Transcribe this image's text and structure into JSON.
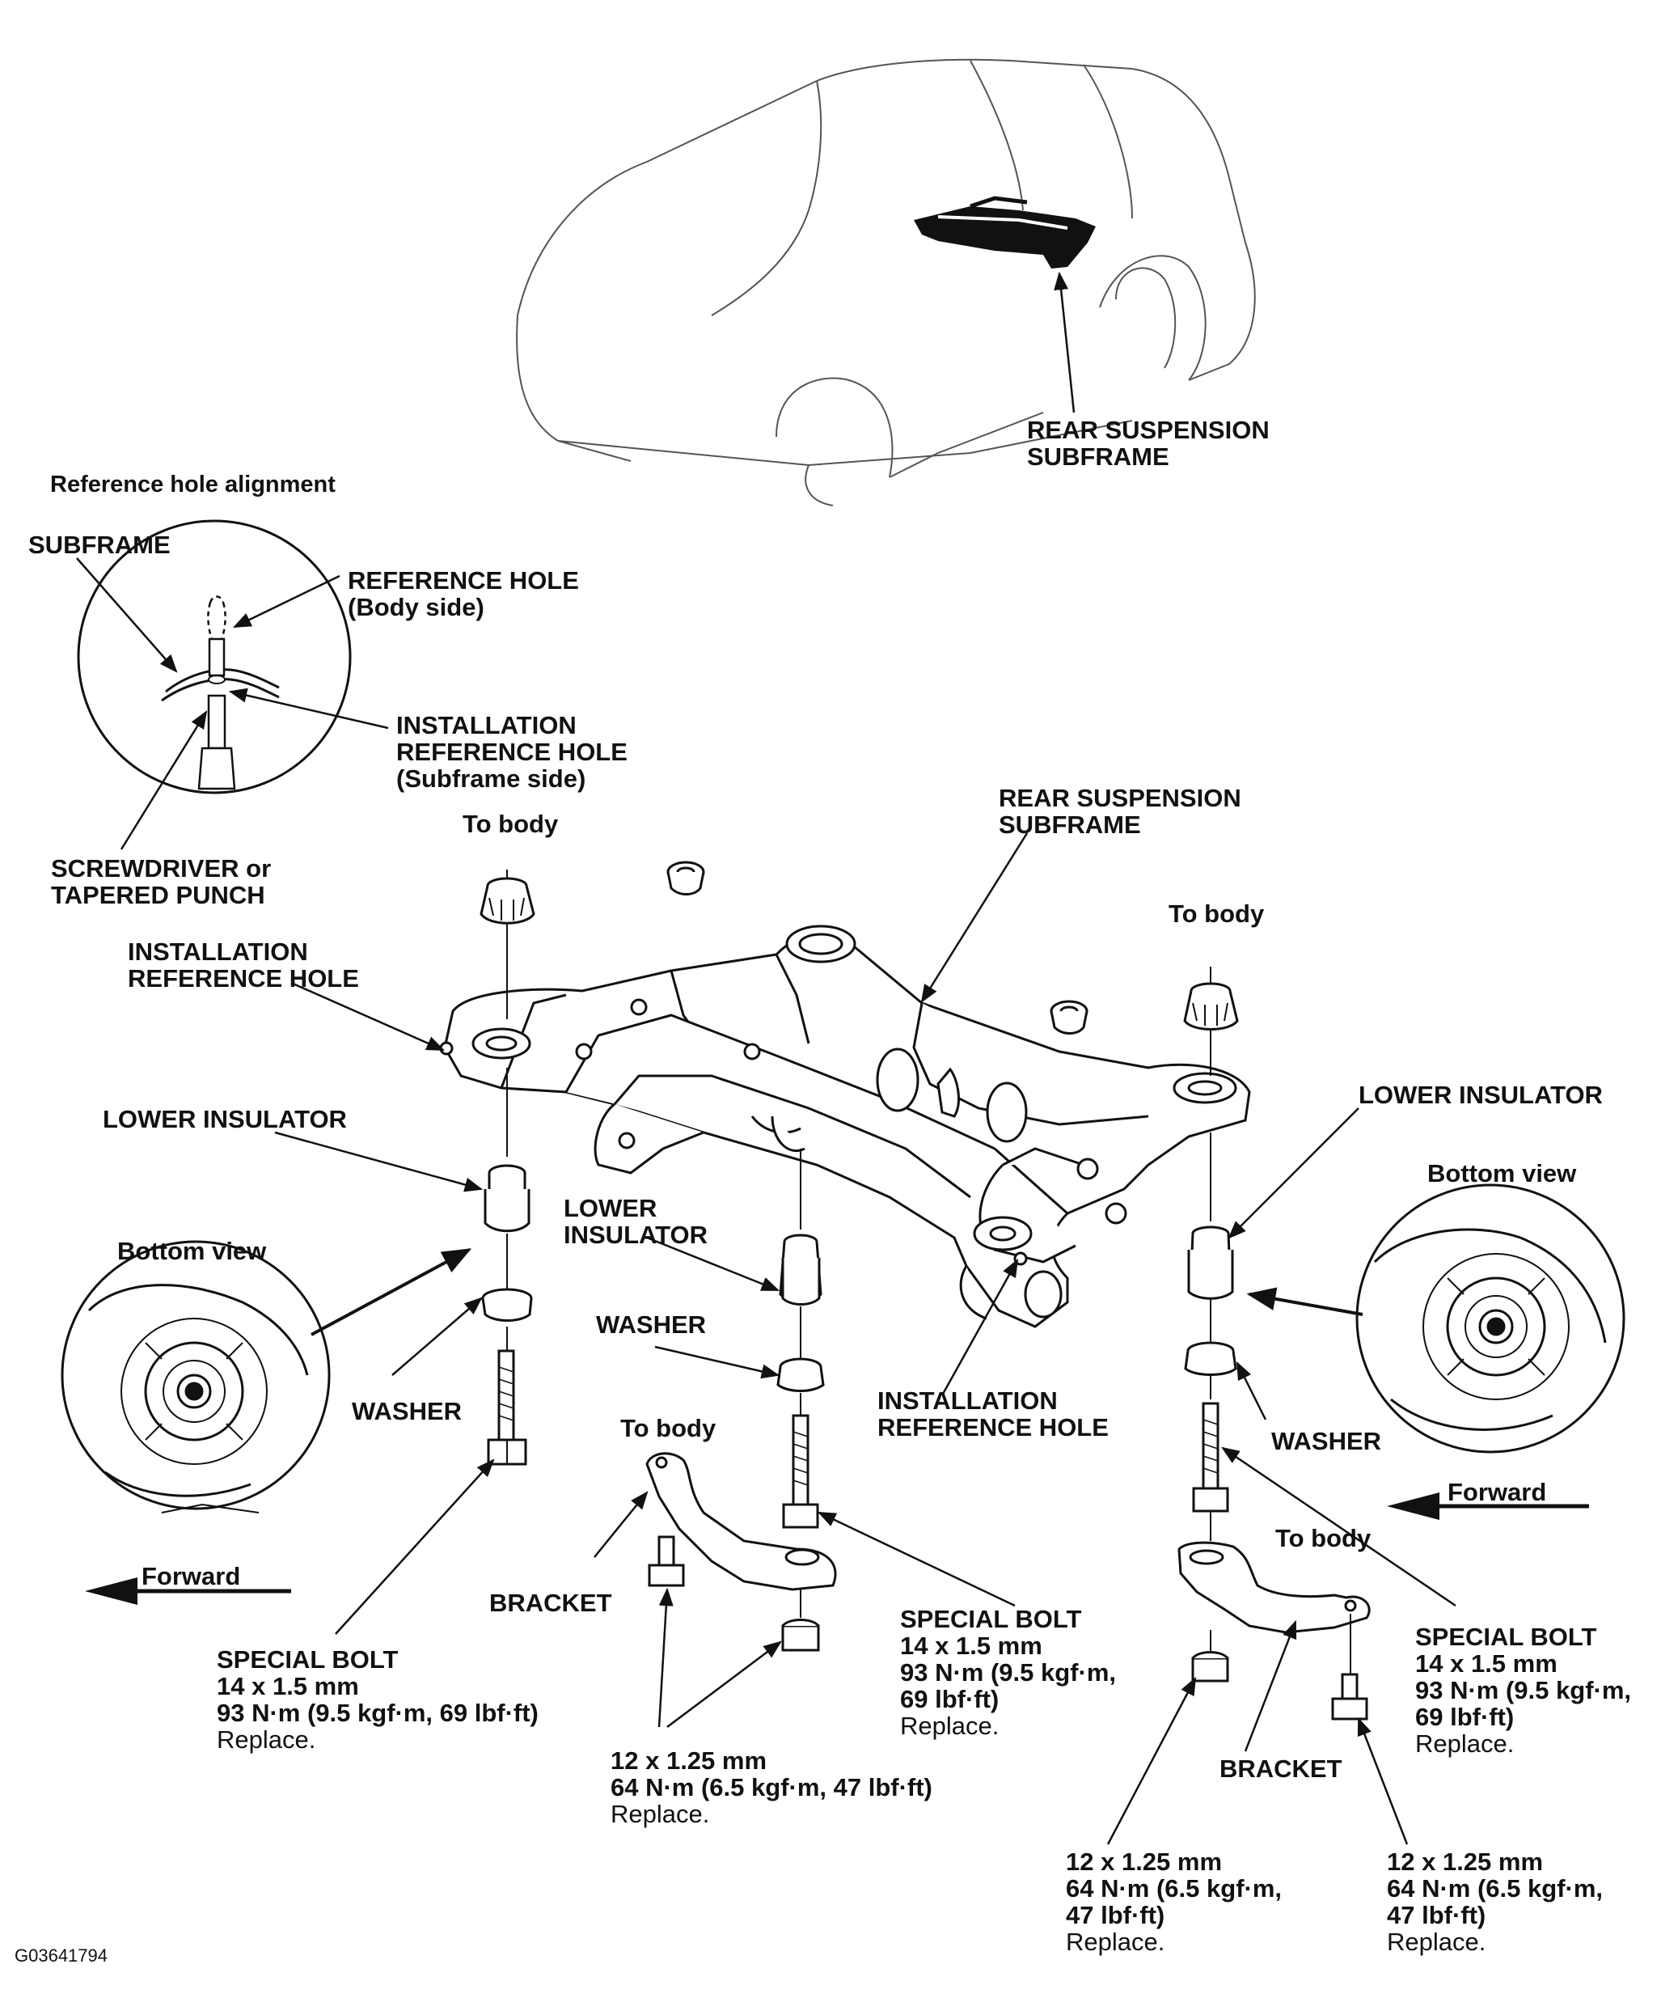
{
  "figure_code": "G03641794",
  "top": {
    "rear_subframe": [
      "REAR SUSPENSION",
      "SUBFRAME"
    ]
  },
  "inset": {
    "title": "Reference hole alignment",
    "subframe": "SUBFRAME",
    "reference_hole": [
      "REFERENCE HOLE",
      "(Body side)"
    ],
    "installation_hole": [
      "INSTALLATION",
      "REFERENCE HOLE",
      "(Subframe side)"
    ],
    "tool": [
      "SCREWDRIVER or",
      "TAPERED PUNCH"
    ]
  },
  "main": {
    "rear_subframe": [
      "REAR SUSPENSION",
      "SUBFRAME"
    ],
    "to_body_left": "To body",
    "to_body_right": "To body",
    "to_body_bracket_center": "To body",
    "to_body_bracket_right": "To body",
    "install_hole_left": [
      "INSTALLATION",
      "REFERENCE HOLE"
    ],
    "install_hole_center": [
      "INSTALLATION",
      "REFERENCE HOLE"
    ],
    "lower_insulator_left": "LOWER INSULATOR",
    "lower_insulator_center": [
      "LOWER",
      "INSULATOR"
    ],
    "lower_insulator_right": "LOWER INSULATOR",
    "washer_left": "WASHER",
    "washer_center": "WASHER",
    "washer_right": "WASHER",
    "bracket_center": "BRACKET",
    "bracket_right": "BRACKET",
    "bottom_view_left": "Bottom view",
    "bottom_view_right": "Bottom view",
    "forward_left": "Forward",
    "forward_right": "Forward"
  },
  "specs": {
    "special_bolt_left": [
      "SPECIAL BOLT",
      "14 x 1.5 mm",
      "93 N·m (9.5 kgf·m, 69 lbf·ft)",
      "Replace."
    ],
    "special_bolt_center": [
      "SPECIAL BOLT",
      "14 x 1.5 mm",
      "93 N·m (9.5 kgf·m,",
      "69 lbf·ft)",
      "Replace."
    ],
    "special_bolt_right": [
      "SPECIAL BOLT",
      "14 x 1.5 mm",
      "93 N·m (9.5 kgf·m,",
      "69 lbf·ft)",
      "Replace."
    ],
    "bracket_bolt_center": [
      "12 x 1.25 mm",
      "64 N·m (6.5 kgf·m, 47 lbf·ft)",
      "Replace."
    ],
    "bracket_bolt_right_a": [
      "12 x 1.25 mm",
      "64 N·m (6.5 kgf·m,",
      "47 lbf·ft)",
      "Replace."
    ],
    "bracket_bolt_right_b": [
      "12 x 1.25 mm",
      "64 N·m (6.5 kgf·m,",
      "47 lbf·ft)",
      "Replace."
    ]
  }
}
